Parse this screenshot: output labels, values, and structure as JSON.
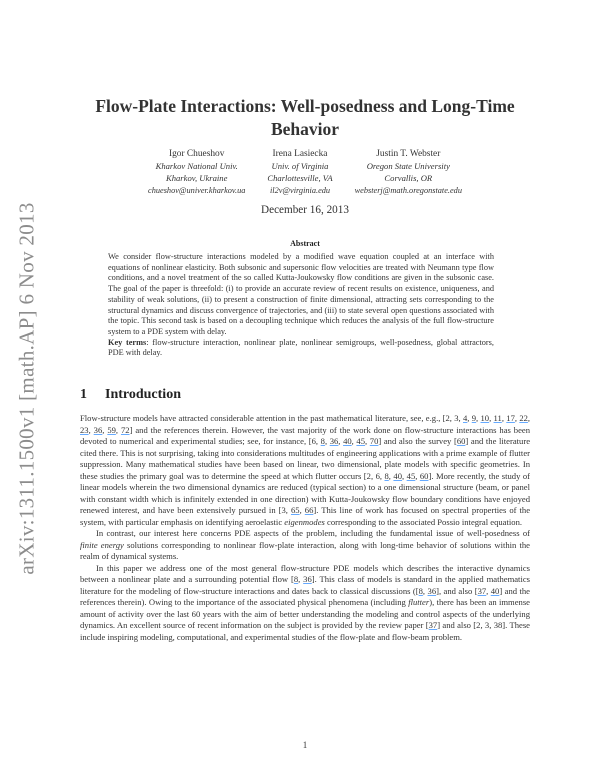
{
  "arxiv_stamp": "arXiv:1311.1500v1  [math.AP]  6 Nov 2013",
  "title": "Flow-Plate Interactions: Well-posedness and Long-Time Behavior",
  "authors": [
    {
      "name": "Igor Chueshov",
      "institution": "Kharkov National Univ.",
      "location": "Kharkov, Ukraine",
      "email": "chueshov@univer.kharkov.ua"
    },
    {
      "name": "Irena Lasiecka",
      "institution": "Univ. of Virginia",
      "location": "Charlottesville, VA",
      "email": "il2v@virginia.edu"
    },
    {
      "name": "Justin T. Webster",
      "institution": "Oregon State University",
      "location": "Corvallis, OR",
      "email": "websterj@math.oregonstate.edu"
    }
  ],
  "date": "December 16, 2013",
  "abstract": {
    "heading": "Abstract",
    "text": "We consider flow-structure interactions modeled by a modified wave equation coupled at an interface with equations of nonlinear elasticity. Both subsonic and supersonic flow velocities are treated with Neumann type flow conditions, and a novel treatment of the so called Kutta-Joukowsky flow conditions are given in the subsonic case. The goal of the paper is threefold: (i) to provide an accurate review of recent results on existence, uniqueness, and stability of weak solutions, (ii) to present a construction of finite dimensional, attracting sets corresponding to the structural dynamics and discuss convergence of trajectories, and (iii) to state several open questions associated with the topic. This second task is based on a decoupling technique which reduces the analysis of the full flow-structure system to a PDE system with delay.",
    "key_terms_label": "Key terms",
    "key_terms": ": flow-structure interaction, nonlinear plate, nonlinear semigroups, well-posedness, global attractors, PDE with delay."
  },
  "section": {
    "number": "1",
    "title": "Introduction"
  },
  "paragraphs": {
    "p1": {
      "a": "Flow-structure models have attracted considerable attention in the past mathematical literature, see, e.g., [2, 3, ",
      "c1": [
        "4",
        "9",
        "10",
        "11",
        "17",
        "22",
        "23",
        "36",
        "59",
        "72"
      ],
      "b": "] and the references therein. However, the vast majority of the work done on flow-structure interactions has been devoted to numerical and experimental studies; see, for instance, [6, ",
      "c2": [
        "8",
        "36",
        "40",
        "45",
        "70"
      ],
      "c": "] and also the survey [",
      "c3": "60",
      "d": "] and the literature cited there. This is not surprising, taking into considerations multitudes of engineering applications with a prime example of flutter suppression. Many mathematical studies have been based on linear, two dimensional, plate models with specific geometries. In these studies the primary goal was to determine the speed at which flutter occurs [2, 6, ",
      "c4": [
        "8",
        "40",
        "45",
        "60"
      ],
      "e": "]. More recently, the study of linear models wherein the two dimensional dynamics are reduced (typical section) to a one dimensional structure (beam, or panel with constant width which is infinitely extended in one direction) with Kutta-Joukowsky flow boundary conditions have enjoyed renewed interest, and have been extensively pursued in [3, ",
      "c5": [
        "65",
        "66"
      ],
      "f": "]. This line of work has focused on spectral properties of the system, with particular emphasis on identifying aeroelastic ",
      "em1": "eigenmodes",
      "g": " corresponding to the associated Possio integral equation."
    },
    "p2": {
      "a": "In contrast, our interest here concerns PDE aspects of the problem, including the fundamental issue of well-posedness of ",
      "em1": "finite energy",
      "b": " solutions corresponding to nonlinear flow-plate interaction, along with long-time behavior of solutions within the realm of dynamical systems."
    },
    "p3": {
      "a": "In this paper we address one of the most general flow-structure PDE models which describes the interactive dynamics between a nonlinear plate and a surrounding potential flow [",
      "c1": [
        "8",
        "36"
      ],
      "b": "]. This class of models is standard in the applied mathematics literature for the modeling of flow-structure interactions and dates back to classical discussions ([",
      "c2": [
        "8",
        "36"
      ],
      "c": "], and also [",
      "c3": [
        "37",
        "40"
      ],
      "d": "] and the references therein). Owing to the importance of the associated physical phenomena (including ",
      "em1": "flutter",
      "e": "), there has been an immense amount of activity over the last 60 years with the aim of better understanding the modeling and control aspects of the underlying dynamics. An excellent source of recent information on the subject is provided by the review paper [",
      "c4": "37",
      "f": "] and also [2, 3, 38]. These include inspiring modeling, computational, and experimental studies of the flow-plate and flow-beam problem."
    }
  },
  "page_number": "1",
  "colors": {
    "text": "#333333",
    "stamp": "#8c8c8c",
    "link_underline": "#66aaff"
  }
}
